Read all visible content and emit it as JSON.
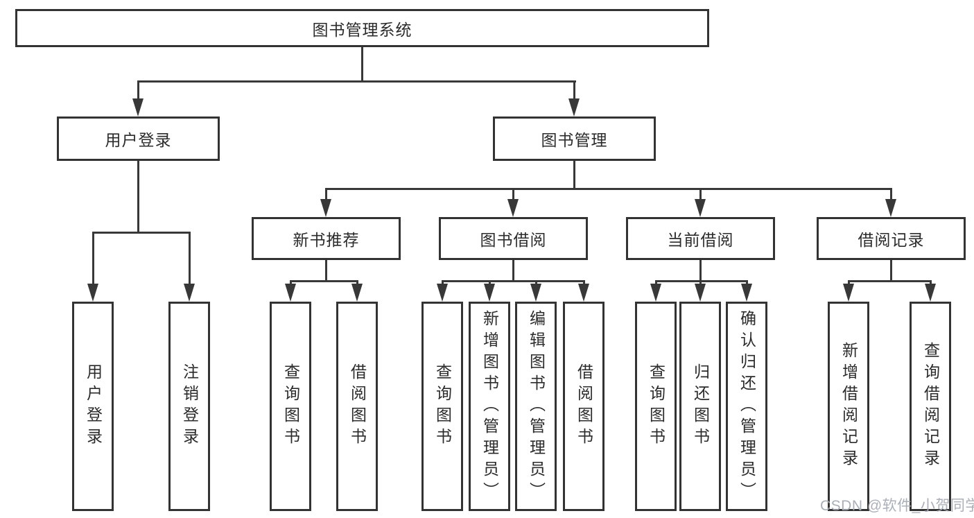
{
  "diagram": {
    "tree": {
      "root": "图书管理系统",
      "children": [
        {
          "label": "用户登录",
          "children": [
            {
              "label": "用户登录"
            },
            {
              "label": "注销登录"
            }
          ]
        },
        {
          "label": "图书管理",
          "children": [
            {
              "label": "新书推荐",
              "children": [
                {
                  "label": "查询图书"
                },
                {
                  "label": "借阅图书"
                }
              ]
            },
            {
              "label": "图书借阅",
              "children": [
                {
                  "label": "查询图书"
                },
                {
                  "label": "新增图书（管理员）"
                },
                {
                  "label": "编辑图书（管理员）"
                },
                {
                  "label": "借阅图书"
                }
              ]
            },
            {
              "label": "当前借阅",
              "children": [
                {
                  "label": "查询图书"
                },
                {
                  "label": "归还图书"
                },
                {
                  "label": "确认归还（管理员）"
                }
              ]
            },
            {
              "label": "借阅记录",
              "children": [
                {
                  "label": "新增借阅记录"
                },
                {
                  "label": "查询借阅记录"
                }
              ]
            }
          ]
        }
      ]
    },
    "colors": {
      "line": "#383838",
      "box_border": "#333333",
      "text": "#2b2b2b",
      "watermark": "#a6abb5",
      "background": "#ffffff"
    }
  },
  "watermark": {
    "text": "CSDN @软件_小贺同学"
  }
}
